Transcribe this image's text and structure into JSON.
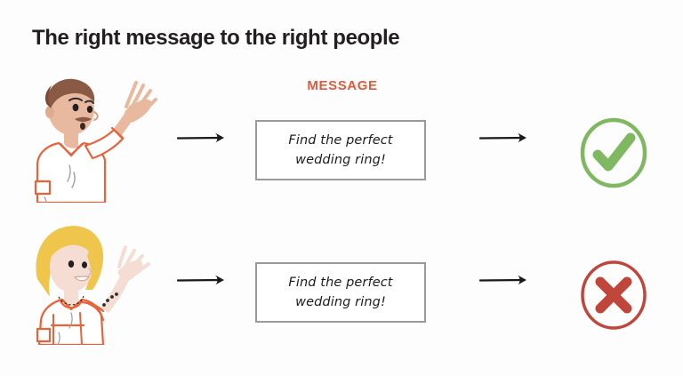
{
  "page": {
    "title": "The right message to the right people",
    "background_color": "#fdfdfd"
  },
  "colors": {
    "accent_orange": "#de5b3c",
    "title_text": "#231f20",
    "box_border": "#9a9a9a",
    "arrow": "#1a1a1a",
    "success_green": "#7fb860",
    "error_red": "#c0453a",
    "skin_male": "#e8b99e",
    "hair_male": "#8a5a44",
    "skin_female": "#f5ddd3",
    "hair_female": "#efc54c",
    "clothing_outline": "#e8633a"
  },
  "columns": {
    "message_label": "MESSAGE"
  },
  "rows": [
    {
      "id": "row-matching-audience",
      "person": {
        "name": "man-waving-illustration",
        "alt": "Illustrated man with brown hair waving, wearing a white shirt with orange outlines"
      },
      "arrow_in": "arrow-right-icon",
      "message": {
        "line1": "Find the perfect",
        "line2": "wedding ring!"
      },
      "arrow_out": "arrow-right-icon",
      "result": {
        "name": "check-circle-icon",
        "state": "success",
        "color": "#7fb860"
      }
    },
    {
      "id": "row-mismatched-audience",
      "person": {
        "name": "woman-waving-illustration",
        "alt": "Illustrated woman with blonde hair waving, wearing a white dress with orange outlines and a necklace"
      },
      "arrow_in": "arrow-right-icon",
      "message": {
        "line1": "Find the perfect",
        "line2": "wedding ring!"
      },
      "arrow_out": "arrow-right-icon",
      "result": {
        "name": "cross-circle-icon",
        "state": "error",
        "color": "#c0453a"
      }
    }
  ]
}
